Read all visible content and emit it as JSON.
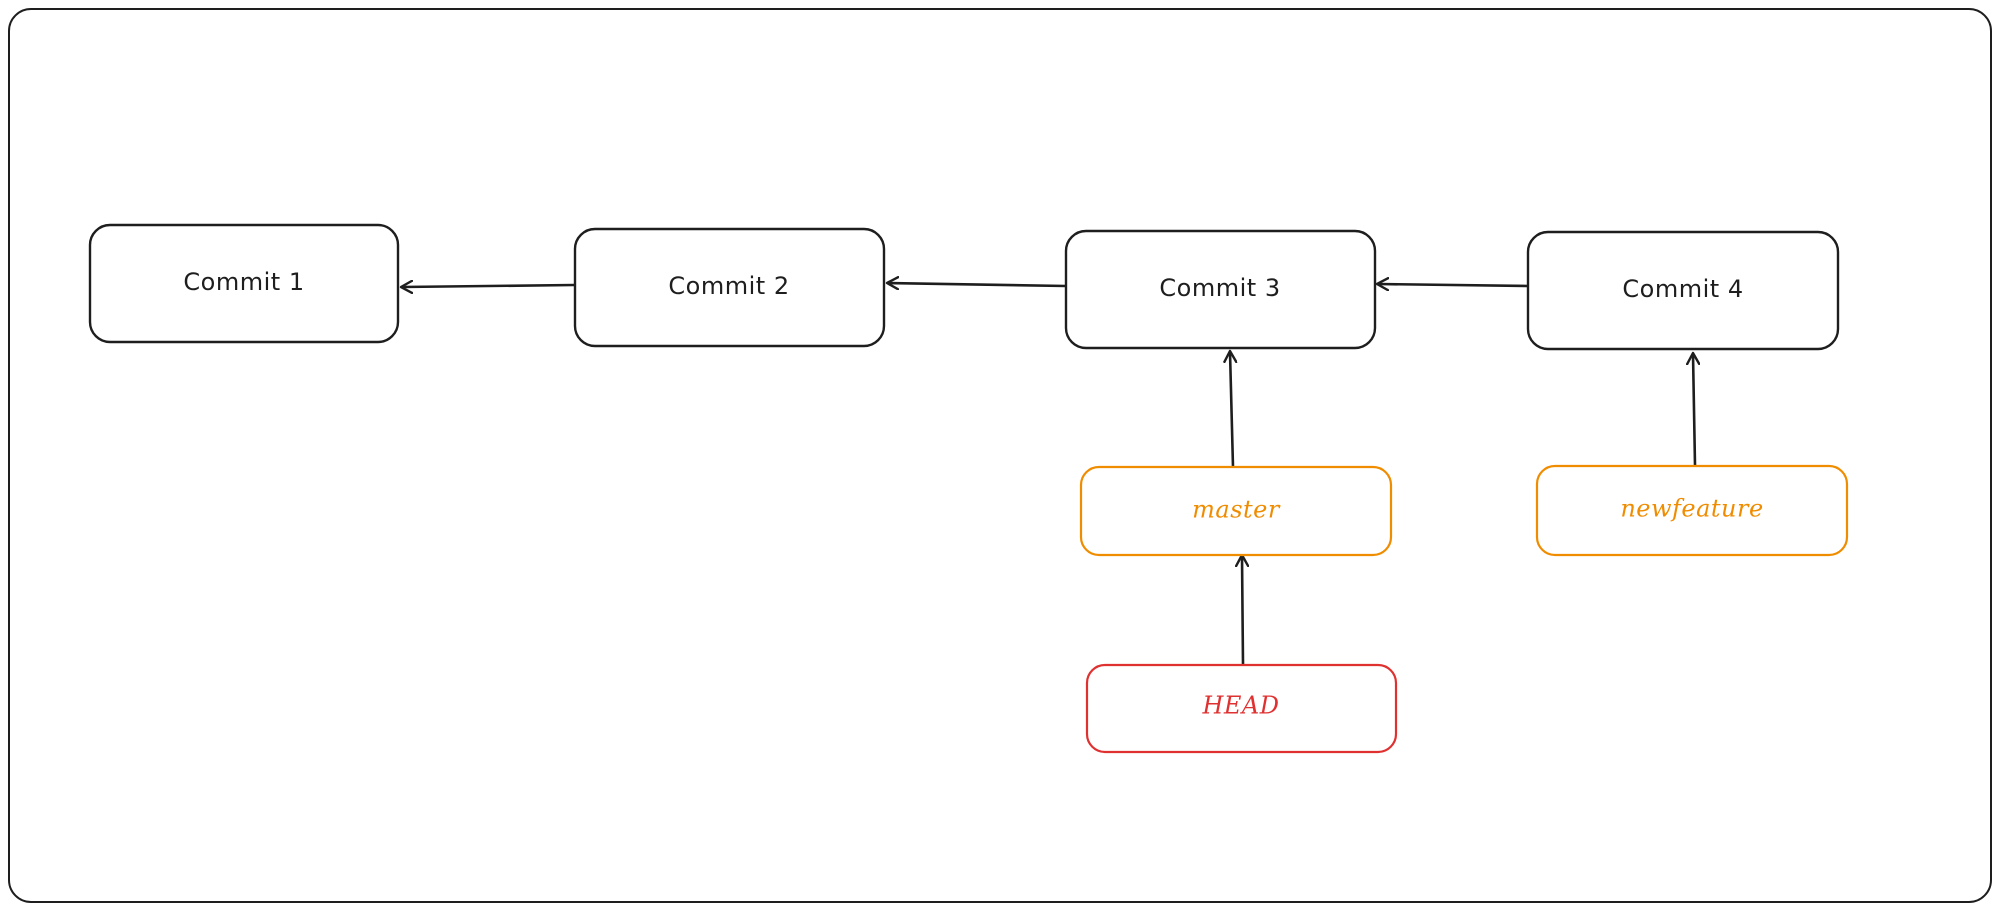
{
  "colors": {
    "commit_stroke": "#1e1e1e",
    "branch_stroke": "#f08c00",
    "head_stroke": "#e03131",
    "arrow_stroke": "#1e1e1e",
    "frame_stroke": "#1e1e1e"
  },
  "commits": [
    {
      "label": "Commit 1"
    },
    {
      "label": "Commit 2"
    },
    {
      "label": "Commit 3"
    },
    {
      "label": "Commit 4"
    }
  ],
  "branches": [
    {
      "label": "master",
      "points_to": "Commit 3"
    },
    {
      "label": "newfeature",
      "points_to": "Commit 4"
    }
  ],
  "head": {
    "label": "HEAD",
    "points_to": "master"
  }
}
